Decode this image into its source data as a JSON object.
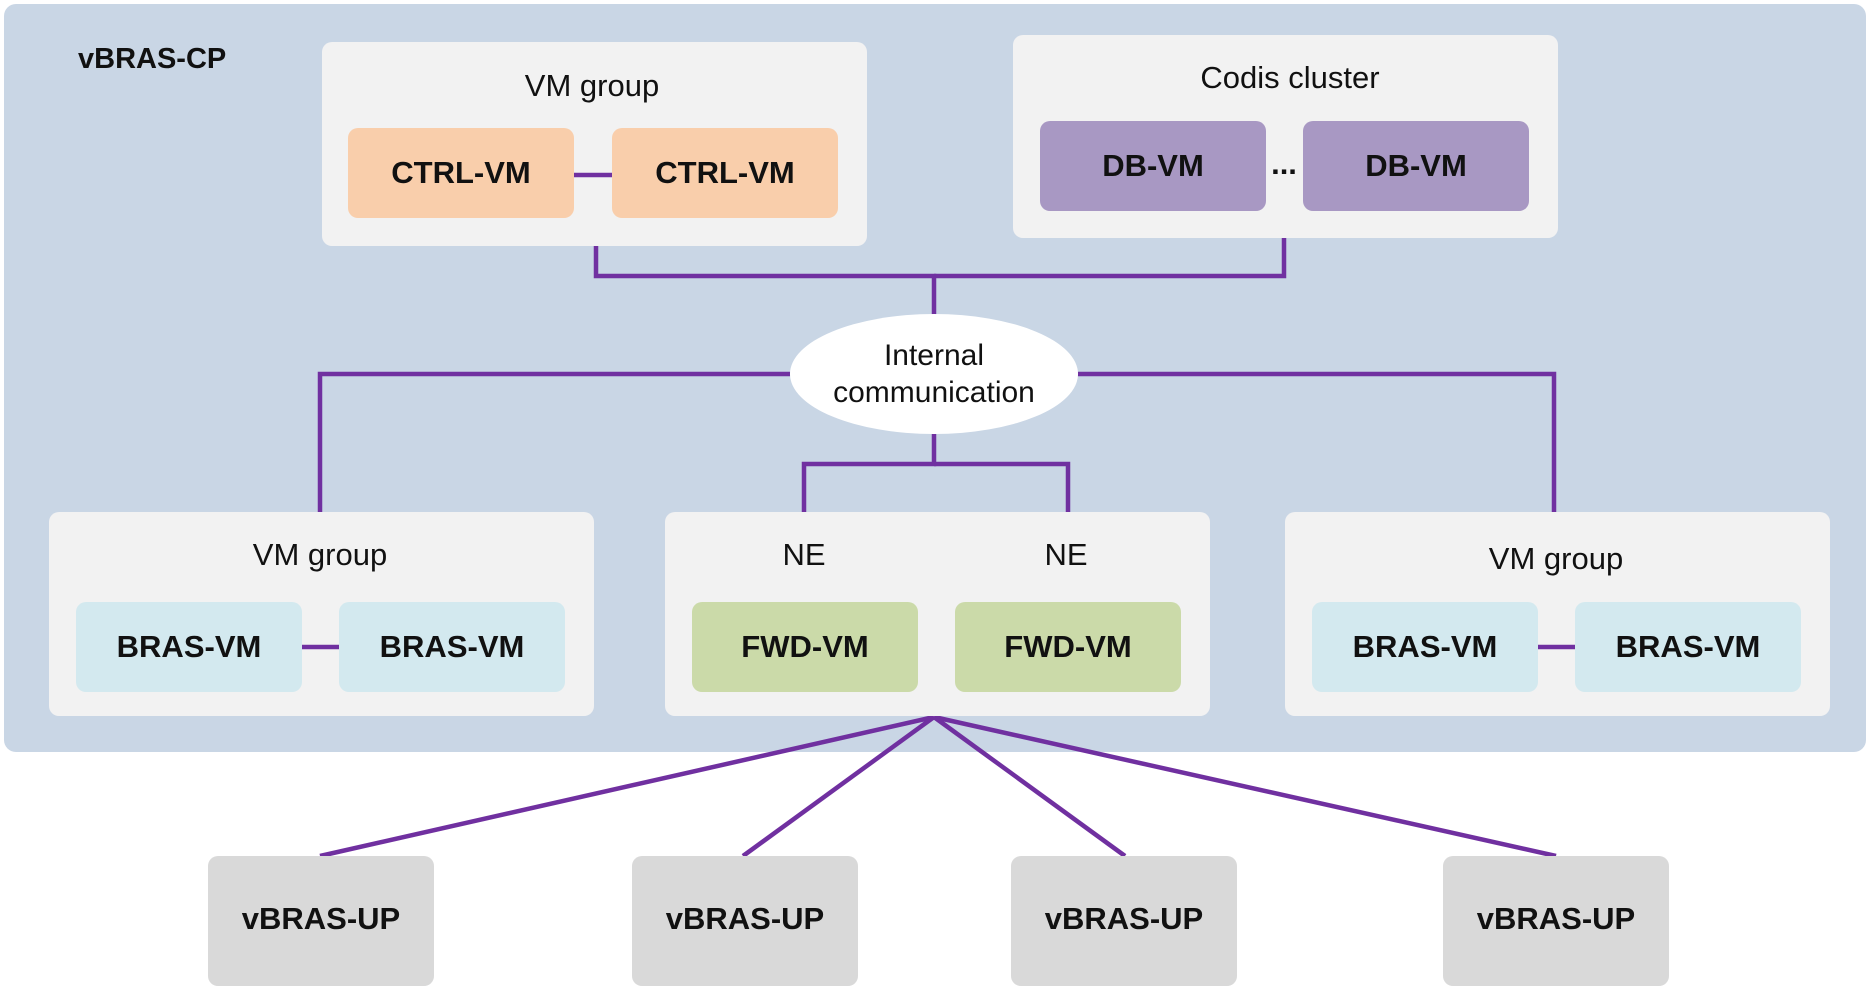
{
  "cp_frame": {
    "label": "vBRAS-CP"
  },
  "ctrl_group": {
    "label": "VM group",
    "vm_left": "CTRL-VM",
    "vm_right": "CTRL-VM"
  },
  "codis_cluster": {
    "label": "Codis cluster",
    "vm_left": "DB-VM",
    "ellipsis": "...",
    "vm_right": "DB-VM"
  },
  "hub": {
    "line1": "Internal",
    "line2": "communication"
  },
  "bras_group_left": {
    "label": "VM group",
    "vm_left": "BRAS-VM",
    "vm_right": "BRAS-VM"
  },
  "ne_group": {
    "ne_left": "NE",
    "ne_right": "NE",
    "vm_left": "FWD-VM",
    "vm_right": "FWD-VM"
  },
  "bras_group_right": {
    "label": "VM group",
    "vm_left": "BRAS-VM",
    "vm_right": "BRAS-VM"
  },
  "up_nodes": [
    "vBRAS-UP",
    "vBRAS-UP",
    "vBRAS-UP",
    "vBRAS-UP"
  ],
  "colors": {
    "frame": "#c9d6e5",
    "group": "#f2f2f2",
    "ctrl_vm": "#f9ceab",
    "db_vm": "#a898c3",
    "bras_vm": "#d3e9ef",
    "fwd_vm": "#cbdaa9",
    "up_node": "#d9d9d9",
    "link": "#7030a0"
  }
}
